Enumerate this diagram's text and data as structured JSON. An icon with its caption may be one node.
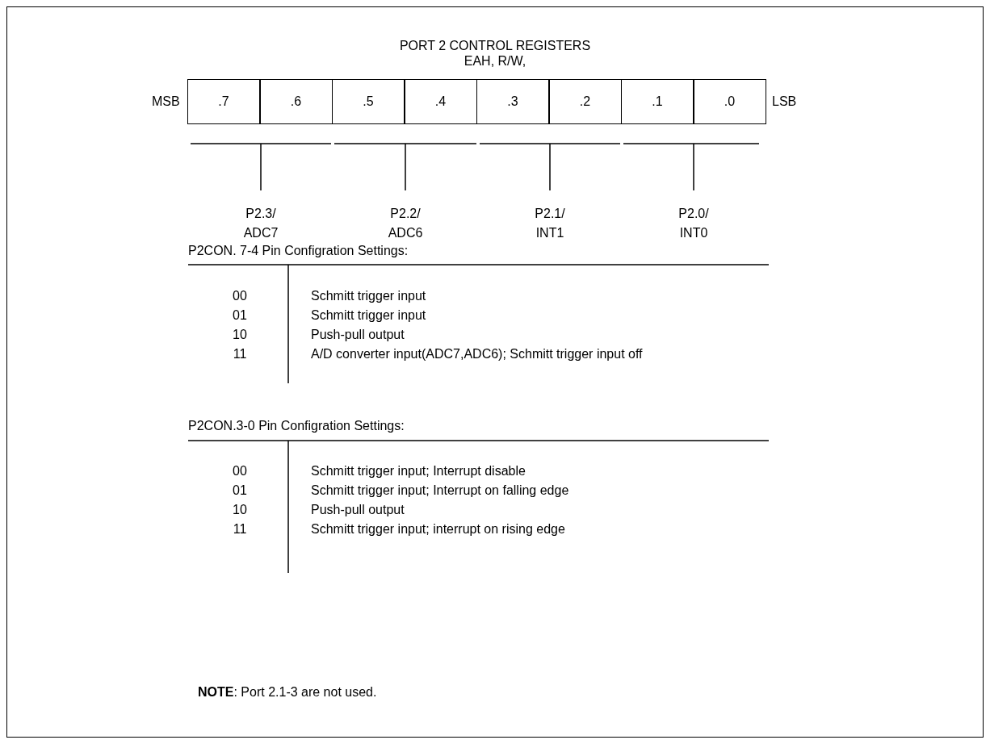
{
  "diagram": {
    "title": "PORT 2 CONTROL REGISTERS",
    "nodes": [
      {
        "text": [
          ".7"
        ]
      },
      {
        "text": [
          ".6"
        ]
      },
      {
        "text": [
          ".5"
        ]
      },
      {
        "text": [
          ".4"
        ]
      },
      {
        "text": [
          ".3"
        ]
      },
      {
        "text": [
          ".2"
        ]
      },
      {
        "text": [
          ".1"
        ]
      },
      {
        "text": [
          ".0"
        ]
      }
    ],
    "labels": [
      "EAH, R/W,",
      "MSB",
      "LSB",
      "P2.3/ ADC7",
      "P2.2/ ADC6",
      "P2.1/ INT1",
      "P2.0/ INT0",
      "P2CON. 7-4 Pin Configration Settings:",
      "00",
      "Schmitt trigger input",
      "01",
      "Schmitt trigger input",
      "10",
      "Push-pull output",
      "11",
      "A/D converter input(ADC7,ADC6); Schmitt trigger input off",
      "P2CON.3-0 Pin Configration Settings:",
      "00",
      "Schmitt trigger input; Interrupt disable",
      "01",
      "Schmitt trigger input; Interrupt on falling edge",
      "10",
      "Push-pull output",
      "11",
      "Schmitt trigger input; interrupt on rising edge",
      "**NOTE**: Port 2.1-3 are not used."
    ]
  }
}
